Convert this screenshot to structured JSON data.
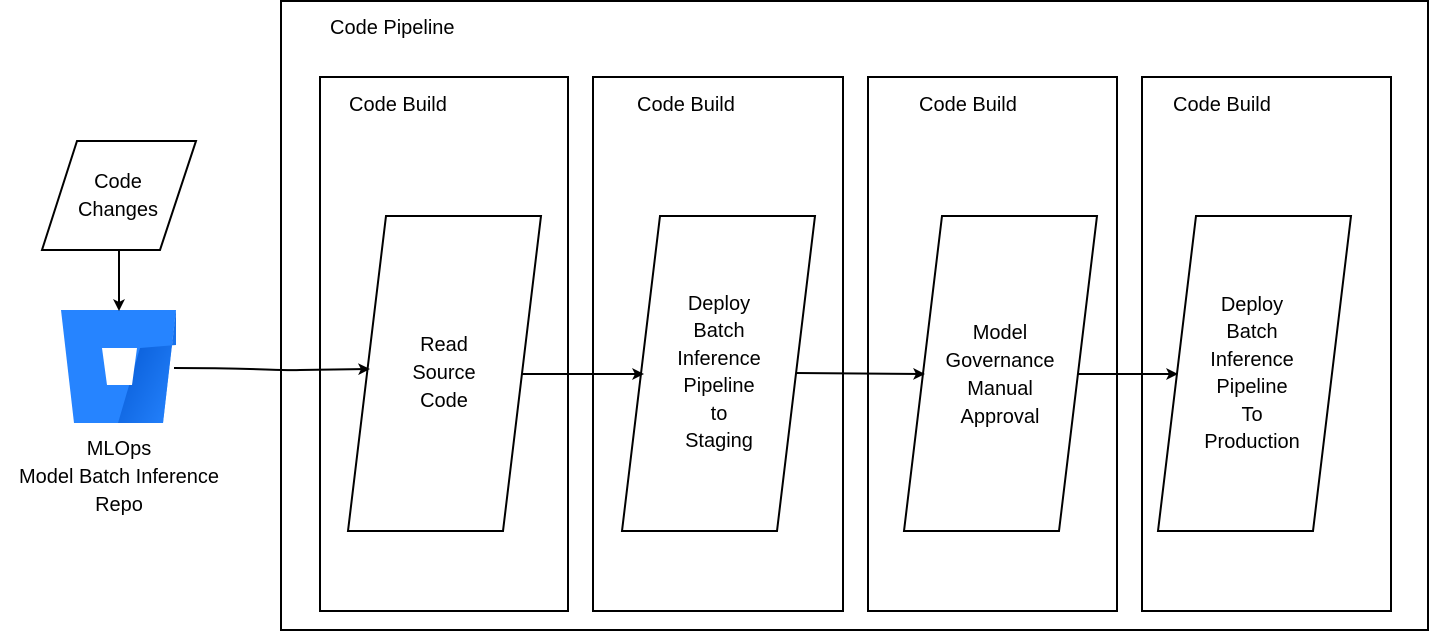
{
  "pipeline": {
    "title": "Code Pipeline"
  },
  "source": {
    "trigger_lines": [
      "Code",
      "Changes"
    ],
    "repo_icon": "bitbucket-repo-icon",
    "repo_lines": [
      "MLOps",
      "Model Batch Inference",
      "Repo"
    ]
  },
  "stages": [
    {
      "header": "Code Build",
      "step_lines": [
        "Read",
        "Source",
        "Code"
      ]
    },
    {
      "header": "Code Build",
      "step_lines": [
        "Deploy",
        "Batch",
        "Inference",
        "Pipeline",
        "to",
        "Staging"
      ]
    },
    {
      "header": "Code Build",
      "step_lines": [
        "Model",
        "Governance",
        "Manual",
        "Approval"
      ]
    },
    {
      "header": "Code Build",
      "step_lines": [
        "Deploy",
        "Batch",
        "Inference",
        "Pipeline",
        "To",
        "Production"
      ]
    }
  ],
  "colors": {
    "stroke": "#000000",
    "repo_blue_light": "#2684FF",
    "repo_blue_dark": "#0052CC"
  }
}
